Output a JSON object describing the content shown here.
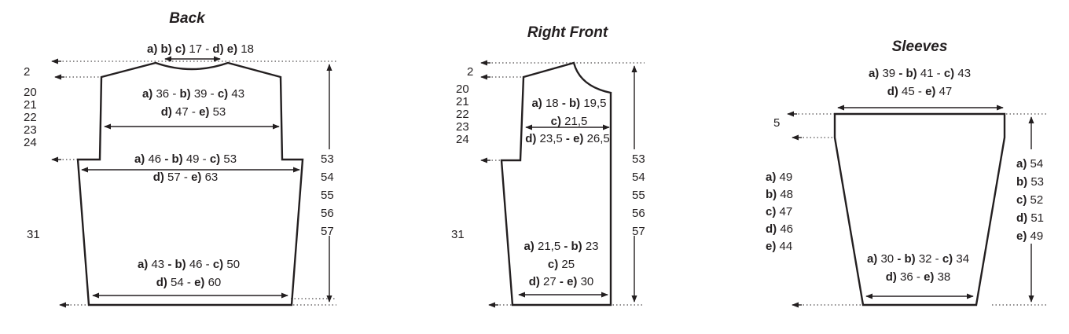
{
  "pieces": {
    "back": {
      "title": "Back",
      "neck": [
        [
          "a)",
          " "
        ],
        [
          "b)",
          " "
        ],
        [
          "c)",
          " 17 - "
        ],
        [
          "d)",
          " "
        ],
        [
          "e)",
          " 18"
        ]
      ],
      "shoulder_1": [
        [
          "a)",
          " 36 - "
        ],
        [
          "b)",
          " 39 - "
        ],
        [
          "c)",
          " 43"
        ]
      ],
      "shoulder_2": [
        [
          "d)",
          " 47 - "
        ],
        [
          "e)",
          " 53"
        ]
      ],
      "chest_1": [
        [
          "a)",
          " 46 "
        ],
        [
          "- b)",
          " 49 - "
        ],
        [
          "c)",
          " 53"
        ]
      ],
      "chest_2": [
        [
          "d)",
          " 57 - "
        ],
        [
          "e)",
          " 63"
        ]
      ],
      "bottom_1": [
        [
          "a)",
          " 43 "
        ],
        [
          "- b)",
          " 46 - "
        ],
        [
          "c)",
          " 50"
        ]
      ],
      "bottom_2": [
        [
          "d)",
          " 54 - "
        ],
        [
          "e)",
          " 60"
        ]
      ],
      "left_top": "2",
      "left_armhole": [
        "20",
        "21",
        "22",
        "23",
        "24"
      ],
      "left_body": "31",
      "right_total": [
        "53",
        "54",
        "55",
        "56",
        "57"
      ]
    },
    "front": {
      "title": "Right Front",
      "shoulder_1": [
        [
          "a)",
          " 18 "
        ],
        [
          "- b)",
          " 19,5"
        ]
      ],
      "shoulder_2": [
        [
          "c)",
          " 21,5"
        ]
      ],
      "shoulder_3": [
        [
          "d)",
          " 23,5 "
        ],
        [
          "- e)",
          " 26,5"
        ]
      ],
      "bottom_1": [
        [
          "a)",
          " 21,5 "
        ],
        [
          "- b)",
          " 23"
        ]
      ],
      "bottom_2": [
        [
          "c)",
          " 25"
        ]
      ],
      "bottom_3": [
        [
          "d)",
          " 27 "
        ],
        [
          "- e)",
          " 30"
        ]
      ],
      "left_top": "2",
      "left_armhole": [
        "20",
        "21",
        "22",
        "23",
        "24"
      ],
      "left_body": "31",
      "right_total": [
        "53",
        "54",
        "55",
        "56",
        "57"
      ]
    },
    "sleeves": {
      "title": "Sleeves",
      "top_1": [
        [
          "a)",
          " 39 "
        ],
        [
          "- b)",
          " 41 - "
        ],
        [
          "c)",
          " 43"
        ]
      ],
      "top_2": [
        [
          "d)",
          " 45 - "
        ],
        [
          "e)",
          " 47"
        ]
      ],
      "bottom_1": [
        [
          "a)",
          " 30 "
        ],
        [
          "- b)",
          " 32 - "
        ],
        [
          "c)",
          " 34"
        ]
      ],
      "bottom_2": [
        [
          "d)",
          " 36 - "
        ],
        [
          "e)",
          " 38"
        ]
      ],
      "left_top": "5",
      "left_list": [
        [
          "a)",
          " 49"
        ],
        [
          "b)",
          " 48"
        ],
        [
          "c)",
          " 47"
        ],
        [
          "d)",
          " 46"
        ],
        [
          "e)",
          " 44"
        ]
      ],
      "right_list": [
        [
          "a)",
          " 54"
        ],
        [
          "b)",
          " 53"
        ],
        [
          "c)",
          " 52"
        ],
        [
          "d)",
          " 51"
        ],
        [
          "e)",
          " 49"
        ]
      ]
    }
  }
}
